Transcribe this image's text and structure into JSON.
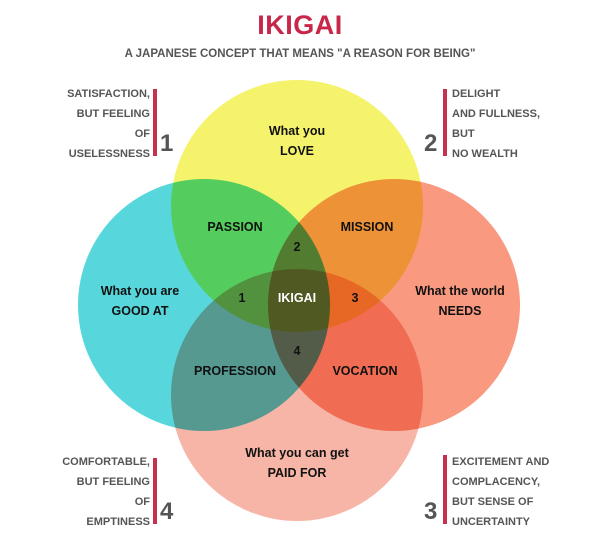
{
  "title": "IKIGAI",
  "subtitle": "A JAPANESE CONCEPT THAT MEANS \"A REASON FOR BEING\"",
  "circles": {
    "love": {
      "line1": "What you",
      "line2": "LOVE",
      "color": "#f4f25c"
    },
    "good_at": {
      "line1": "What you are",
      "line2": "GOOD AT",
      "color": "#45d3d8"
    },
    "needs": {
      "line1": "What the world",
      "line2": "NEEDS",
      "color": "#f7876a"
    },
    "paid": {
      "line1": "What you can get",
      "line2": "PAID FOR",
      "color": "#f6a898"
    }
  },
  "overlaps": {
    "passion": "PASSION",
    "mission": "MISSION",
    "profession": "PROFESSION",
    "vocation": "VOCATION",
    "center": "IKIGAI",
    "n1": "1",
    "n2": "2",
    "n3": "3",
    "n4": "4"
  },
  "notes": [
    {
      "num": "1",
      "lines": [
        "SATISFACTION,",
        "BUT FEELING",
        "OF",
        "USELESSNESS"
      ]
    },
    {
      "num": "2",
      "lines": [
        "DELIGHT",
        "AND FULLNESS,",
        "BUT",
        "NO WEALTH"
      ]
    },
    {
      "num": "4",
      "lines": [
        "COMFORTABLE,",
        "BUT FEELING",
        "OF",
        "EMPTINESS"
      ]
    },
    {
      "num": "3",
      "lines": [
        "EXCITEMENT AND",
        "COMPLACENCY,",
        "BUT SENSE OF",
        "UNCERTAINTY"
      ]
    }
  ]
}
